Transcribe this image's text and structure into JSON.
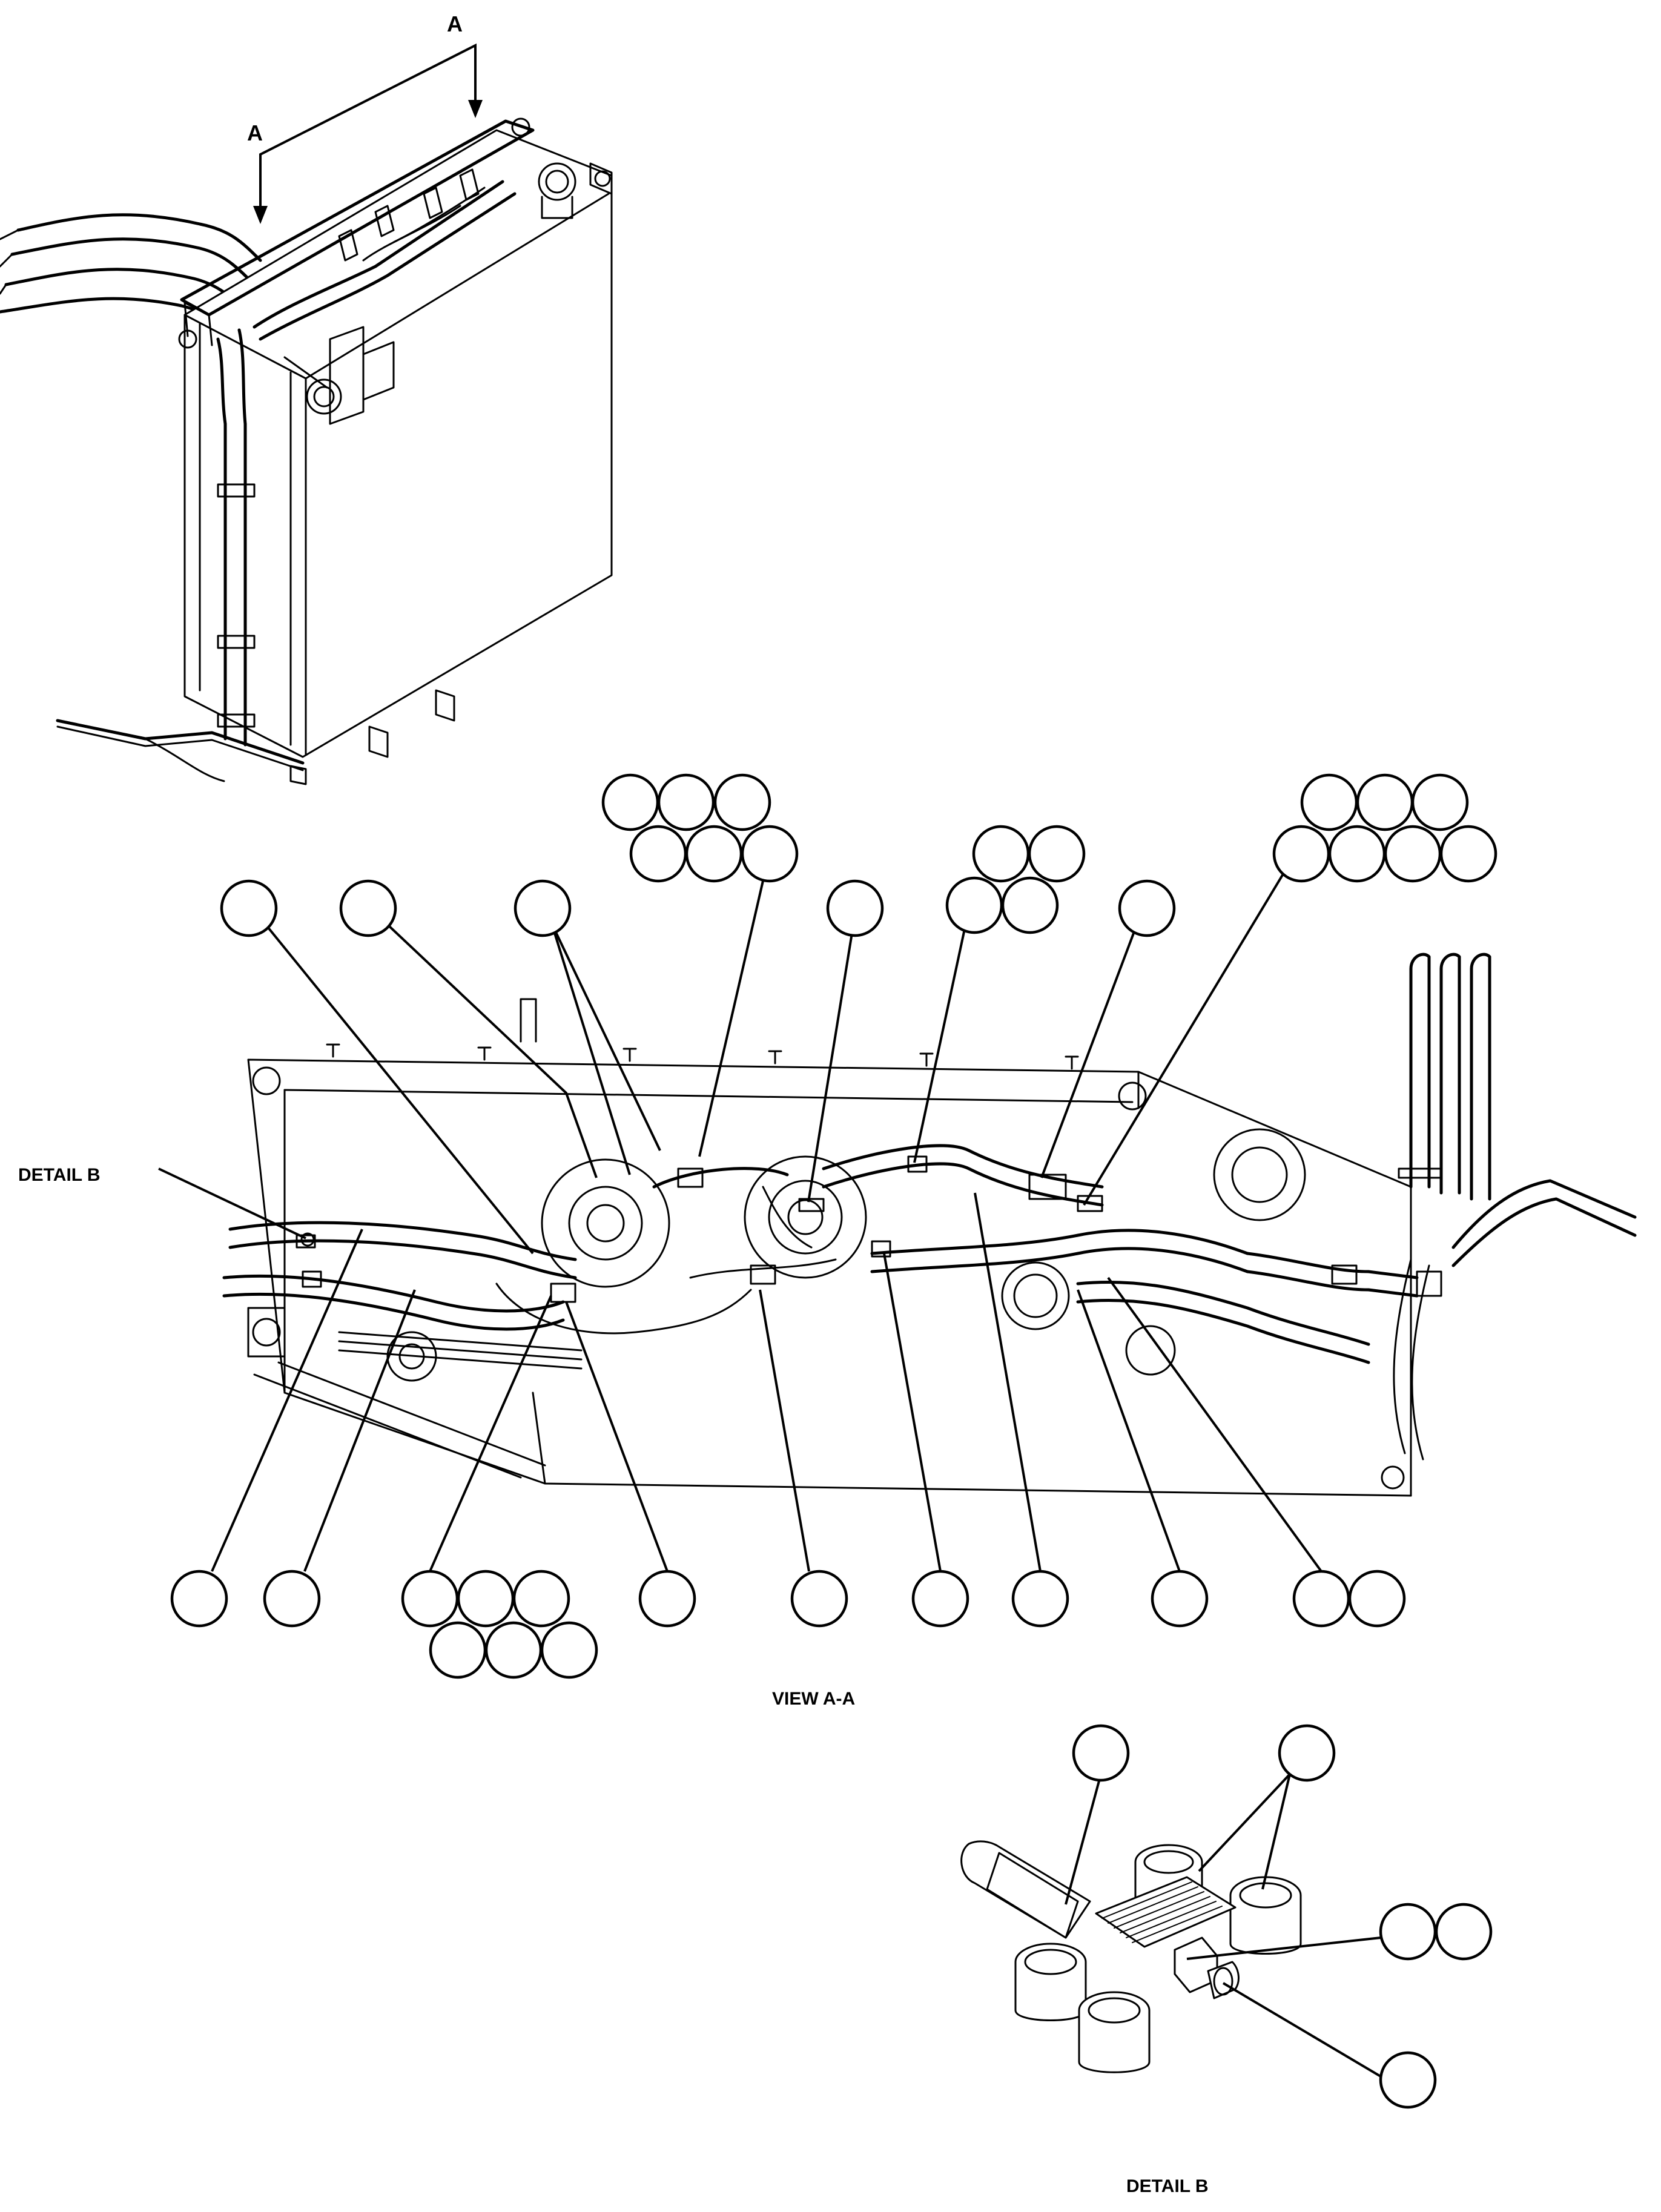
{
  "section_mark": "A",
  "detail_b_label": "DETAIL B",
  "view_caption": "VIEW A-A",
  "detail_caption": "DETAIL B",
  "drawing_code": "",
  "colors": {
    "line": "#000000",
    "background": "#ffffff"
  }
}
